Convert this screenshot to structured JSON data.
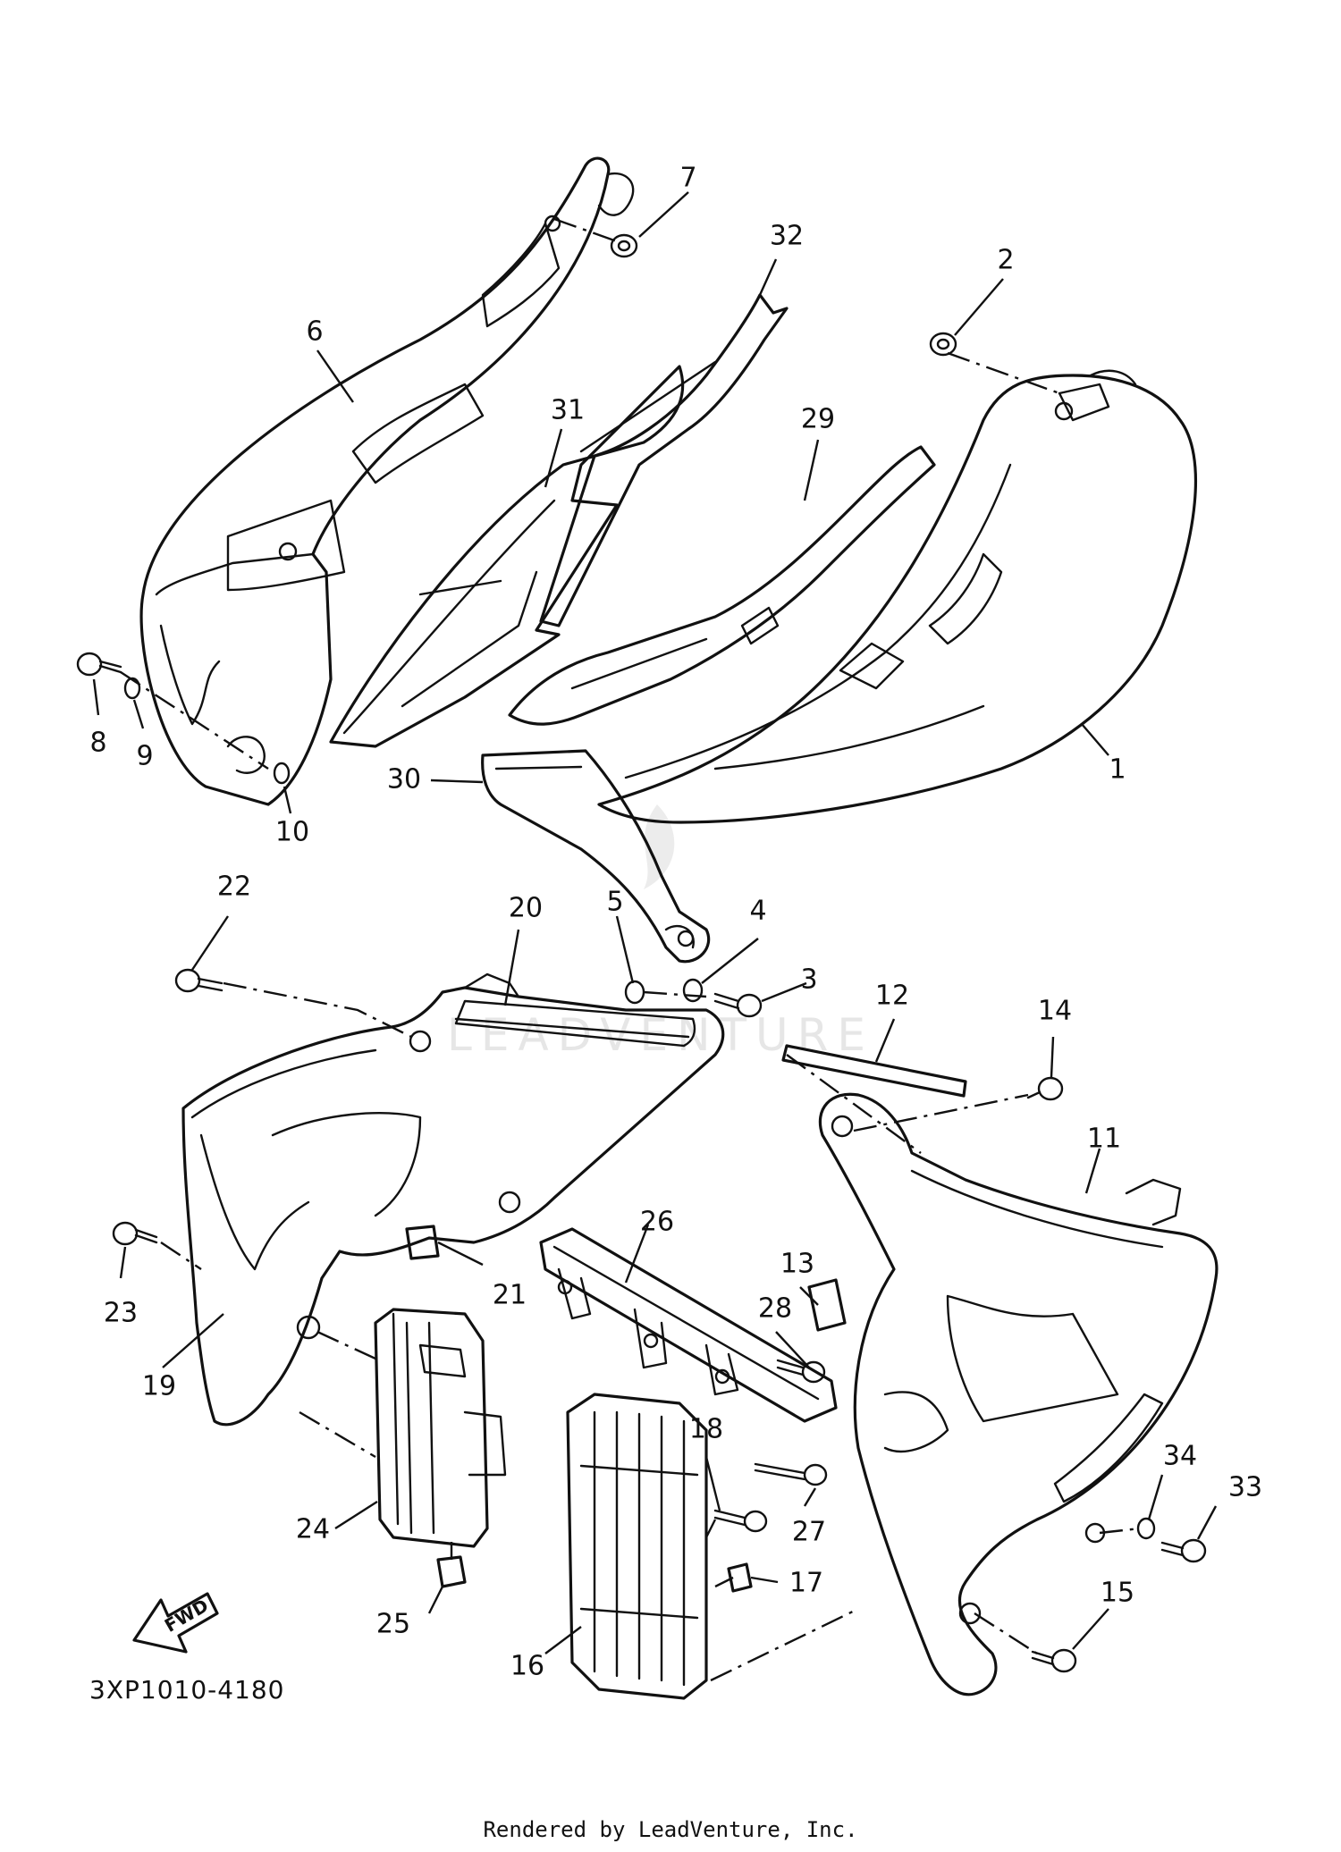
{
  "diagram": {
    "drawing_code": "3XP1010-4180",
    "credit": "Rendered by LeadVenture, Inc.",
    "watermark_text": "LEADVENTURE",
    "direction_label": "FWD",
    "callouts": [
      {
        "id": "1",
        "label": "1"
      },
      {
        "id": "2",
        "label": "2"
      },
      {
        "id": "3",
        "label": "3"
      },
      {
        "id": "4",
        "label": "4"
      },
      {
        "id": "5",
        "label": "5"
      },
      {
        "id": "6",
        "label": "6"
      },
      {
        "id": "7",
        "label": "7"
      },
      {
        "id": "8",
        "label": "8"
      },
      {
        "id": "9",
        "label": "9"
      },
      {
        "id": "10",
        "label": "10"
      },
      {
        "id": "11",
        "label": "11"
      },
      {
        "id": "12",
        "label": "12"
      },
      {
        "id": "13",
        "label": "13"
      },
      {
        "id": "14",
        "label": "14"
      },
      {
        "id": "15",
        "label": "15"
      },
      {
        "id": "16",
        "label": "16"
      },
      {
        "id": "17",
        "label": "17"
      },
      {
        "id": "18",
        "label": "18"
      },
      {
        "id": "19",
        "label": "19"
      },
      {
        "id": "20",
        "label": "20"
      },
      {
        "id": "21",
        "label": "21"
      },
      {
        "id": "22",
        "label": "22"
      },
      {
        "id": "23",
        "label": "23"
      },
      {
        "id": "24",
        "label": "24"
      },
      {
        "id": "25",
        "label": "25"
      },
      {
        "id": "26",
        "label": "26"
      },
      {
        "id": "27",
        "label": "27"
      },
      {
        "id": "28",
        "label": "28"
      },
      {
        "id": "29",
        "label": "29"
      },
      {
        "id": "30",
        "label": "30"
      },
      {
        "id": "31",
        "label": "31"
      },
      {
        "id": "32",
        "label": "32"
      },
      {
        "id": "33",
        "label": "33"
      },
      {
        "id": "34",
        "label": "34"
      }
    ]
  }
}
